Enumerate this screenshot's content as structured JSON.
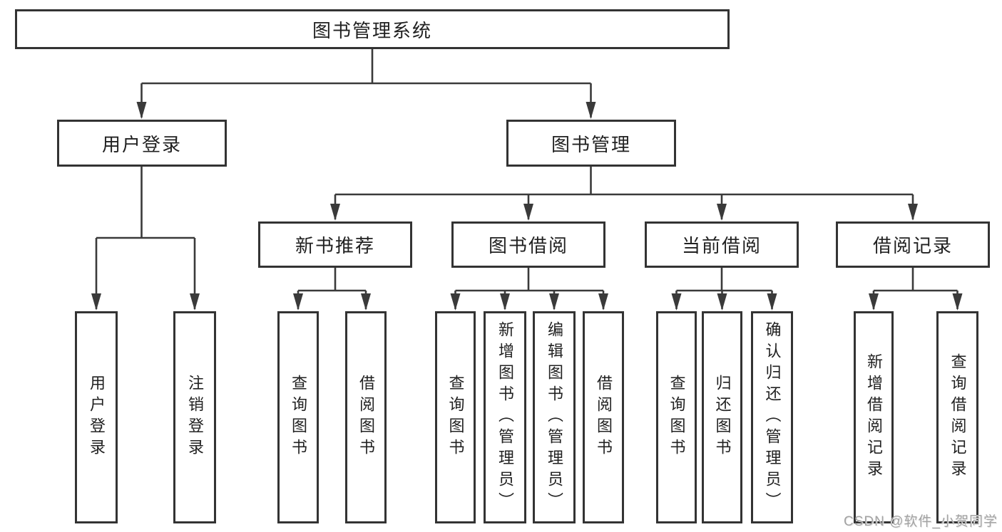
{
  "diagram": {
    "root": {
      "label": "图书管理系统"
    },
    "level2": [
      {
        "label": "用户登录"
      },
      {
        "label": "图书管理"
      }
    ],
    "level3": [
      {
        "label": "新书推荐"
      },
      {
        "label": "图书借阅"
      },
      {
        "label": "当前借阅"
      },
      {
        "label": "借阅记录"
      }
    ],
    "level4": {
      "user_login_children": [
        "用户登录",
        "注销登录"
      ],
      "new_book_children": [
        "查询图书",
        "借阅图书"
      ],
      "book_borrow_children": [
        "查询图书",
        "新增图书（管理员）",
        "编辑图书（管理员）",
        "借阅图书"
      ],
      "current_borrow_children": [
        "查询图书",
        "归还图书",
        "确认归还（管理员）"
      ],
      "borrow_record_children": [
        "新增借阅记录",
        "查询借阅记录"
      ]
    }
  },
  "watermark": {
    "text": "CSDN @软件_小贺同学"
  },
  "colors": {
    "line": "#3a3a3a",
    "box_border": "#333333",
    "text": "#212121",
    "background": "#ffffff",
    "watermark": "#a3a3a3"
  }
}
